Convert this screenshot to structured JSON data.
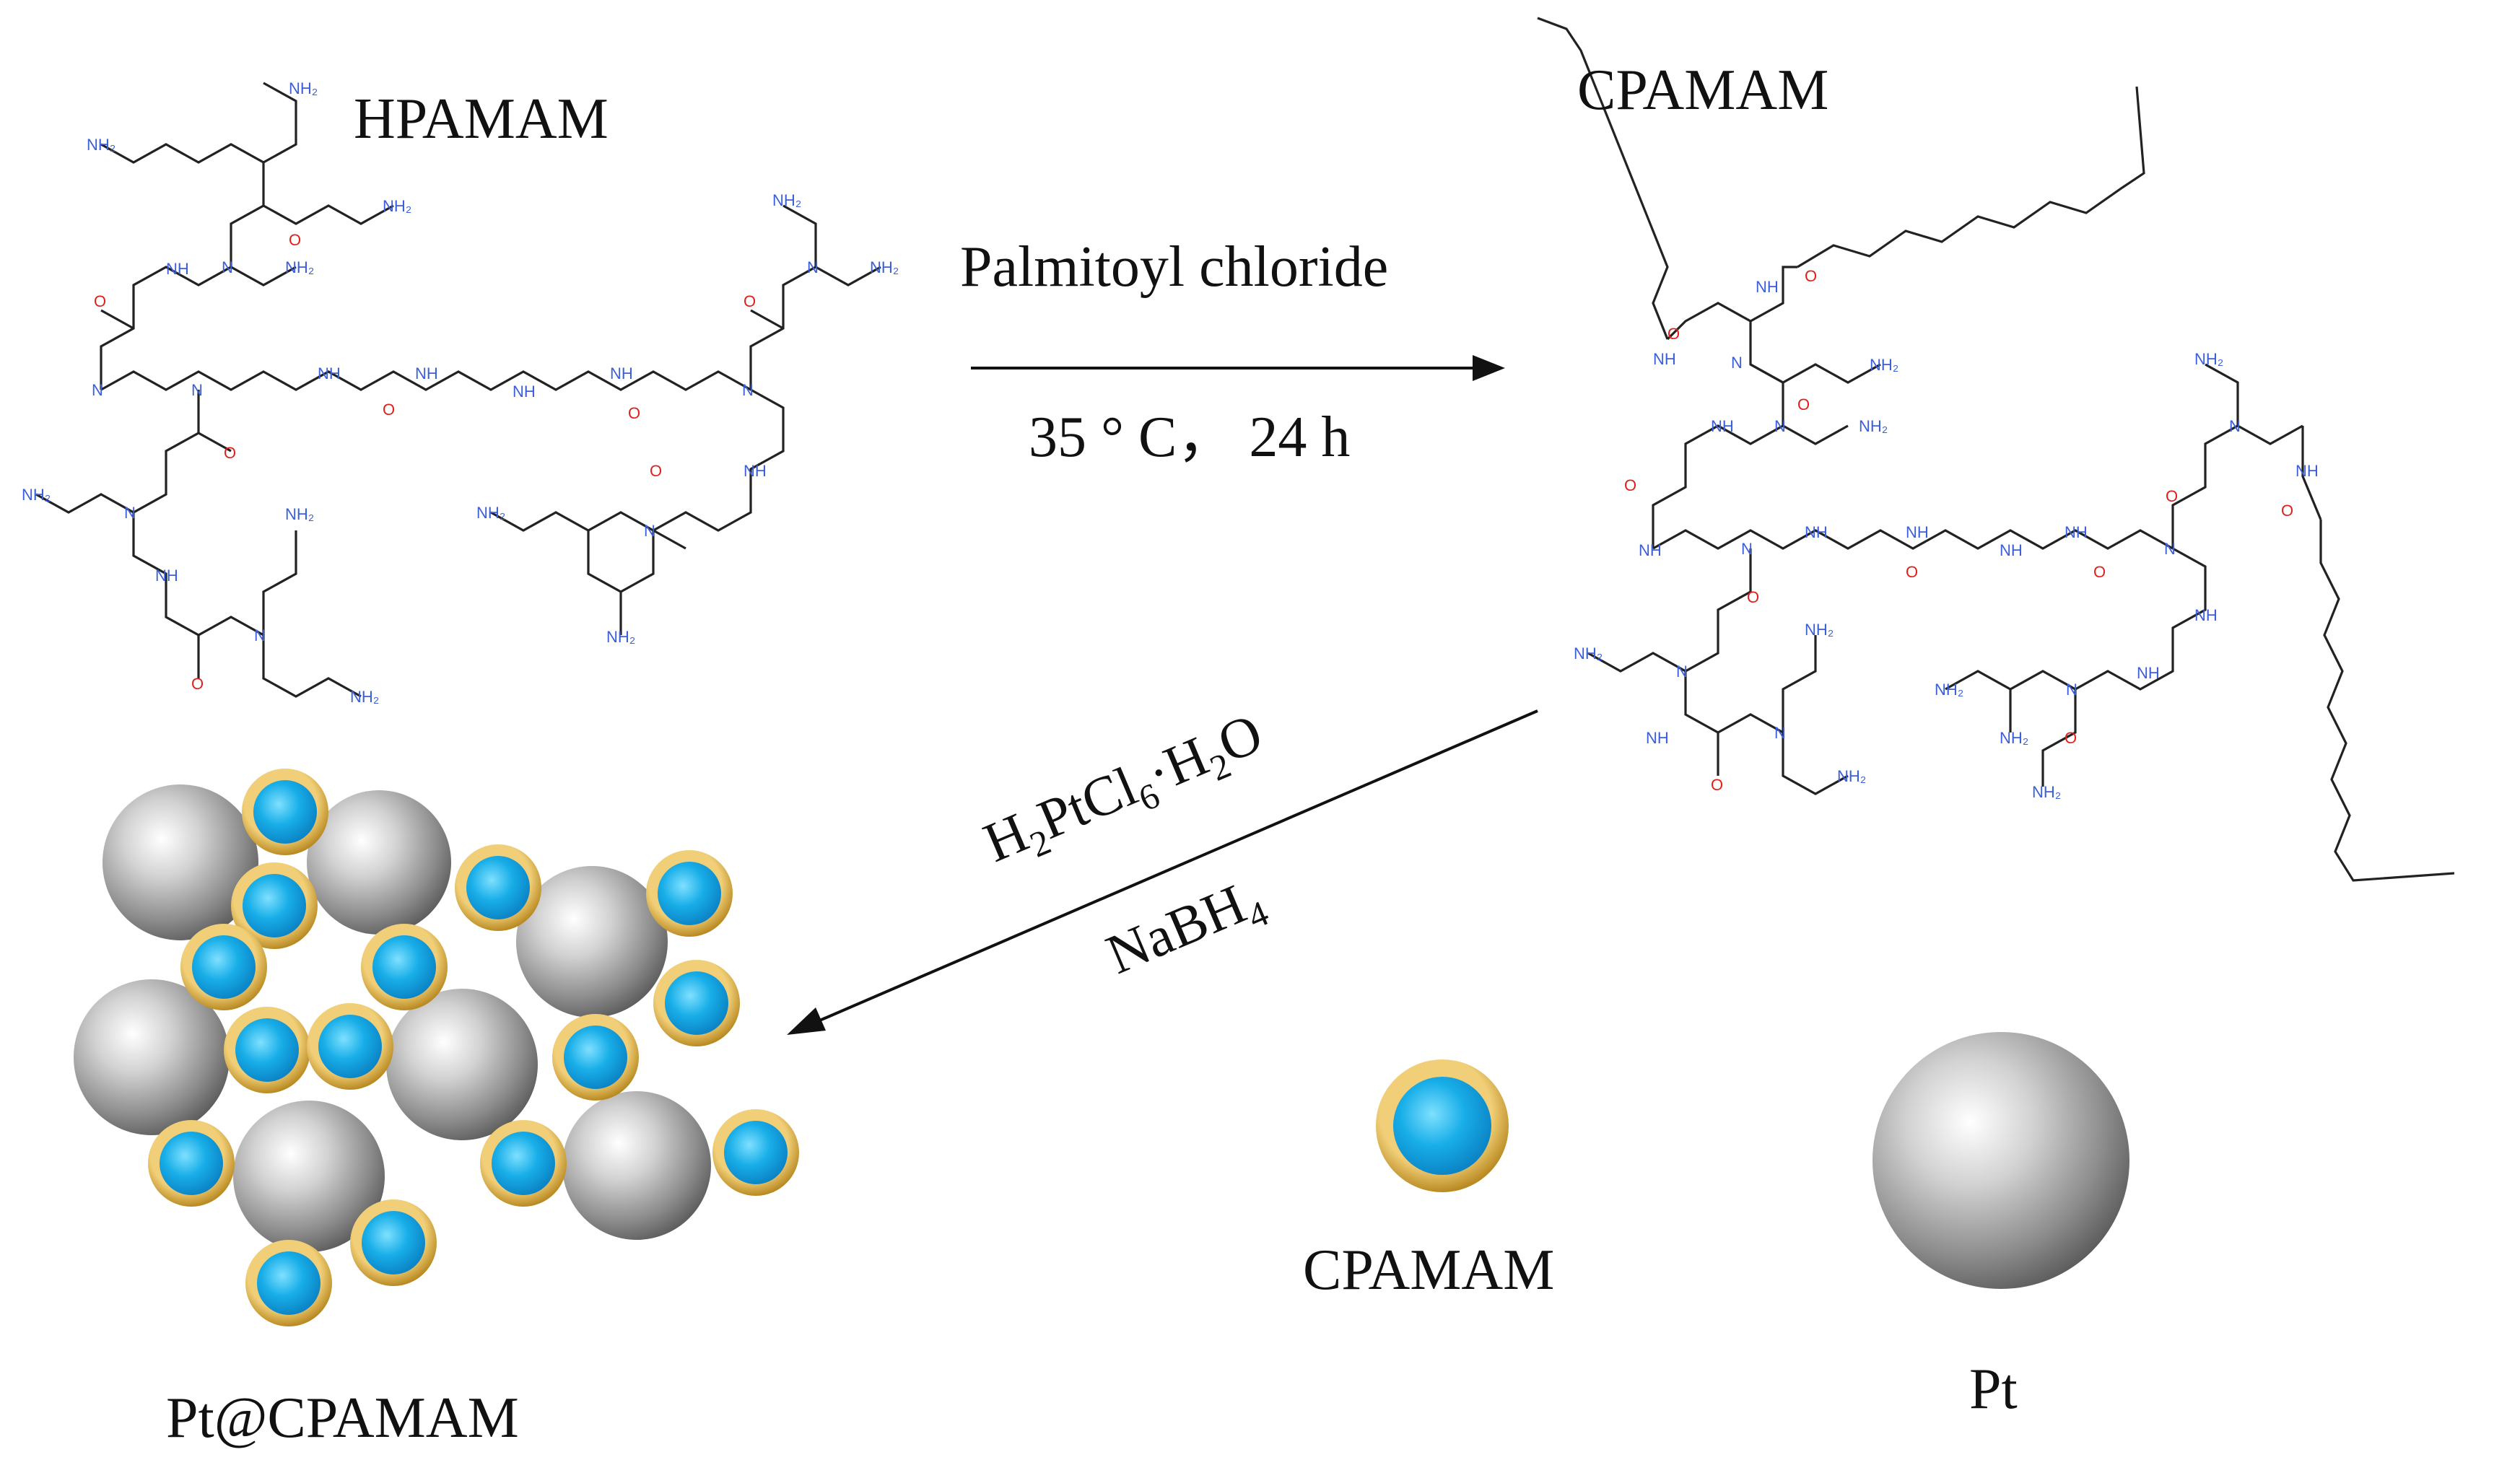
{
  "labels": {
    "hpamam": "HPAMAM",
    "cpamam_top": "CPAMAM",
    "reagent": "Palmitoyl chloride",
    "conditions": "35 ° C， 24 h",
    "reagent2_main": "H",
    "reagent2_sub1": "2",
    "reagent2_mid": "PtCl",
    "reagent2_sub2": "6",
    "reagent2_dot": "·H",
    "reagent2_sub3": "2",
    "reagent2_end": "O",
    "reductant_main": "NaBH",
    "reductant_sub": "4",
    "product": "Pt@CPAMAM",
    "legend_cpamam": "CPAMAM",
    "legend_pt": "Pt"
  },
  "chem": {
    "nh2": "NH₂",
    "nh": "NH",
    "n": "N",
    "o": "O"
  },
  "colors": {
    "nitrogen": "#3a5fd9",
    "oxygen": "#e0201b",
    "bond": "#222222",
    "shell": "#d9a437",
    "core": "#14a9e6",
    "pt_sphere": "#9a9a9a"
  }
}
